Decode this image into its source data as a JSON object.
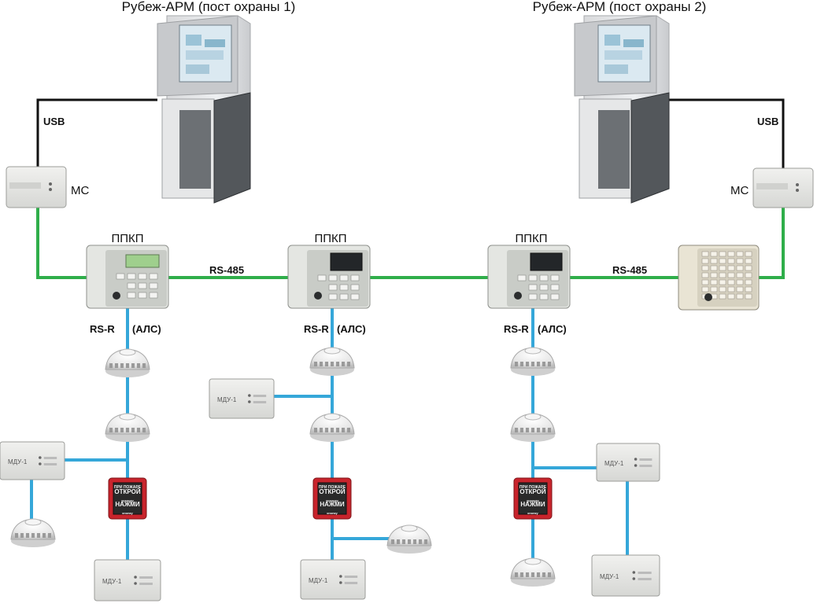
{
  "workstations": [
    {
      "title": "Рубеж-АРМ (пост охраны 1)"
    },
    {
      "title": "Рубеж-АРМ (пост охраны 2)"
    }
  ],
  "links": {
    "usb": "USB",
    "mc": "МС",
    "rs485": "RS-485",
    "rsr": "RS-R",
    "als": "(АЛС)"
  },
  "panels": {
    "ppkp": "ППКП"
  },
  "modules": {
    "mdu": "МДУ-1"
  },
  "call_point": {
    "line1": "ПРИ ПОЖАРЕ",
    "line2": "ОТКРОЙ",
    "line3": "крышку",
    "line4": "НАЖМИ",
    "line5": "кнопку"
  },
  "colors": {
    "rs485_line": "#2fae4a",
    "rsr_line": "#35a7d9",
    "usb_line": "#111111",
    "call_point": "#c8242c"
  }
}
